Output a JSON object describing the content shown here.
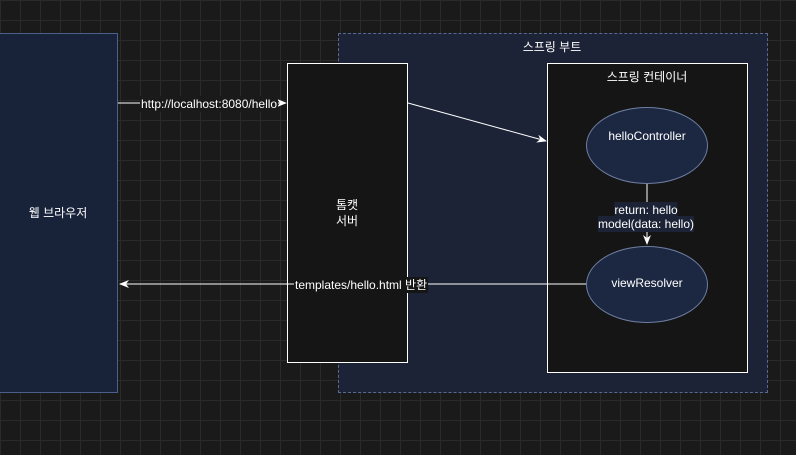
{
  "nodes": {
    "browser": "웹 브라우저",
    "spring_boot": "스프링 부트",
    "tomcat_line1": "톰캣",
    "tomcat_line2": "서버",
    "spring_container": "스프링 컨테이너",
    "hello_controller": "helloController",
    "view_resolver": "viewResolver"
  },
  "edges": {
    "request_url": "http://localhost:8080/hello",
    "return_line1": "return: hello",
    "return_line2": "model(data: hello)",
    "response": "templates/hello.html 반환"
  }
}
